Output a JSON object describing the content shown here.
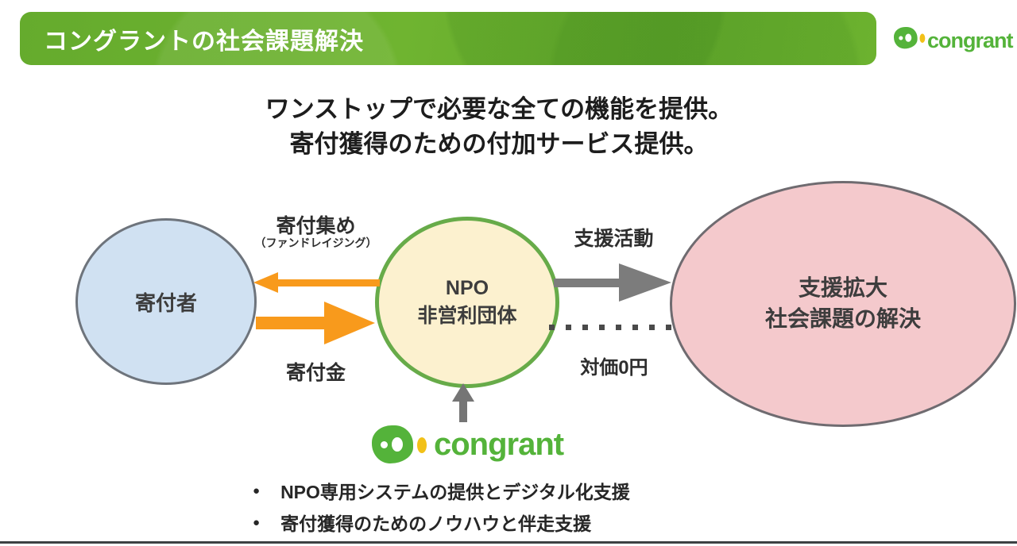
{
  "header": {
    "title": "コングラントの社会課題解決"
  },
  "brand": {
    "name": "congrant"
  },
  "heading": {
    "line1": "ワンストップで必要な全ての機能を提供。",
    "line2": "寄付獲得のための付加サービス提供。"
  },
  "diagram": {
    "donor_circle": {
      "label": "寄付者"
    },
    "npo_circle": {
      "line1": "NPO",
      "line2": "非営利団体"
    },
    "impact_ellipse": {
      "line1": "支援拡大",
      "line2": "社会課題の解決"
    },
    "labels": {
      "fundraising": "寄付集め",
      "fundraising_sub": "（ファンドレイジング）",
      "donation": "寄付金",
      "support": "支援活動",
      "compensation": "対価0円"
    },
    "logo_text": "congrant"
  },
  "bullets": {
    "items": [
      "NPO専用システムの提供とデジタル化支援",
      "寄付獲得のためのノウハウと伴走支援"
    ]
  },
  "colors": {
    "header_green": "#65ab2d",
    "logo_green": "#54b33a",
    "logo_yellow": "#f2c118",
    "donor_fill": "#d0e1f2",
    "donor_border": "#6e747c",
    "npo_fill": "#fcf1cf",
    "npo_border": "#67ab49",
    "impact_fill": "#f4c9cc",
    "impact_border": "#6f6b70",
    "arrow_orange": "#f89a1c",
    "arrow_gray": "#7c7c7c",
    "text_dark": "#1d1d1d"
  }
}
